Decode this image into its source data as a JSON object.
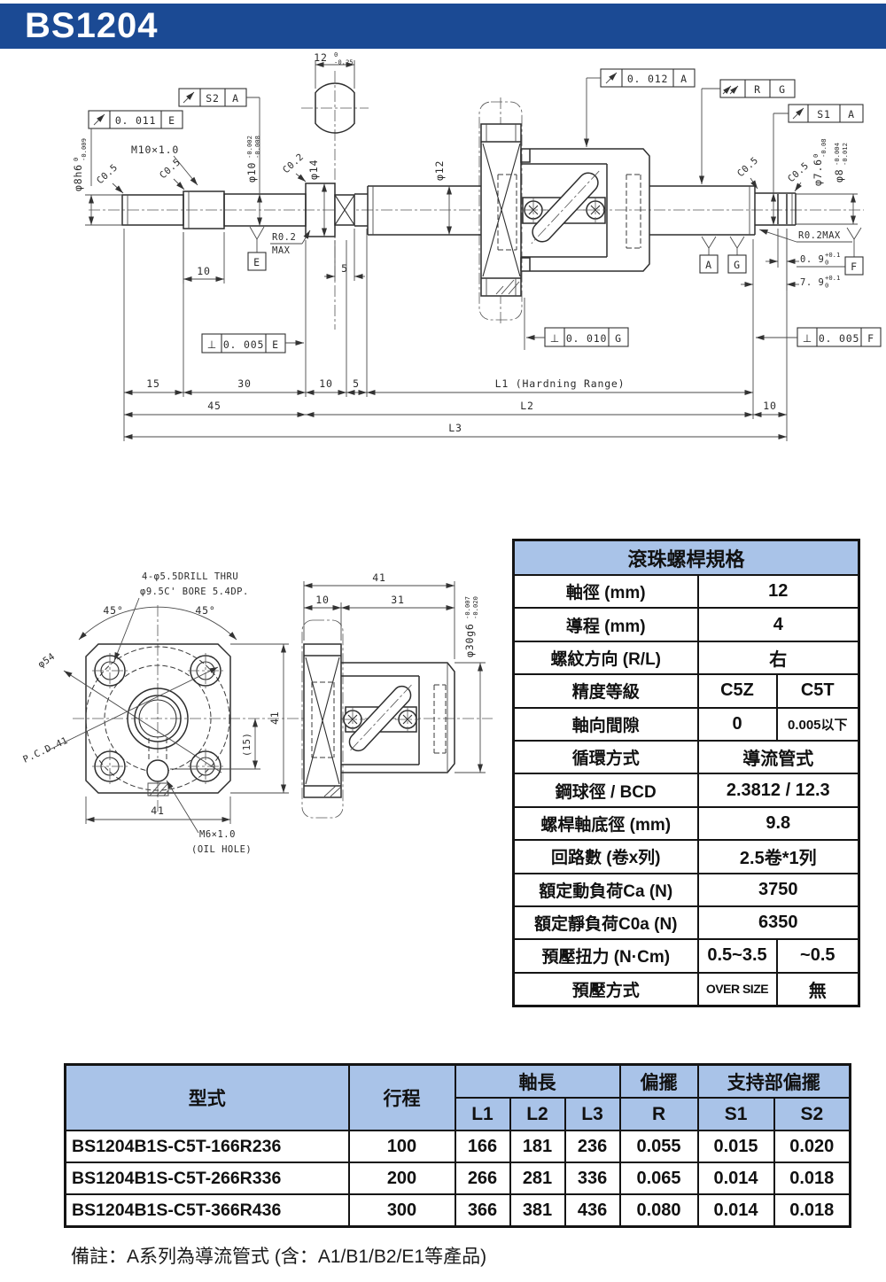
{
  "header": {
    "title": "BS1204",
    "bg_color": "#1b4a94",
    "text_color": "#ffffff"
  },
  "colors": {
    "table_header_bg": "#a9c3e8",
    "line": "#2e2e2e",
    "border": "#141414"
  },
  "icons": {
    "runout": "circular-runout-arrow-icon",
    "total_runout": "total-runout-double-arrow-icon",
    "datum_target": "datum-triangle-icon"
  },
  "drawing": {
    "main": {
      "flat_w": {
        "v": "12",
        "sup": "0",
        "sub": "-0.25"
      },
      "co_runout_left": {
        "val": "0. 011",
        "ref": "E"
      },
      "co_s2": {
        "val": "S2",
        "ref": "A"
      },
      "co_012": {
        "val": "0. 012",
        "ref": "A"
      },
      "co_rg": {
        "val": "R",
        "ref": "G"
      },
      "co_s1": {
        "val": "S1",
        "ref": "A"
      },
      "perp_sym": "⊥",
      "perp_e": {
        "val": "0. 005",
        "ref": "E"
      },
      "perp_g": {
        "val": "0. 010",
        "ref": "G"
      },
      "perp_f": {
        "val": "0. 005",
        "ref": "F"
      },
      "dia8": {
        "v": "φ8h6",
        "sup": "0",
        "sub": "-0.009"
      },
      "thread": "M10×1.0",
      "ch05a": "C0.5",
      "ch05b": "C0.5",
      "ch02": "C0.2",
      "dia10": {
        "v": "φ10",
        "sup": "-0.002",
        "sub": "-0.008"
      },
      "dia14": "φ14",
      "dia12": "φ12",
      "r02_l1": "R0.2",
      "r02_l2": "MAX",
      "datum_e": "E",
      "datum_a": "A",
      "datum_g": "G",
      "datum_f": "F",
      "ch05c": "C0.5",
      "ch05d": "C0.5",
      "dia76": {
        "v": "φ7.6",
        "sup": "0",
        "sub": "-0.08"
      },
      "dia8r": {
        "v": "φ8",
        "sup": "-0.004",
        "sub": "-0.012"
      },
      "r02_r": "R0.2MAX",
      "d09": {
        "v": "0. 9",
        "sup": "+0.1",
        "sub": "0"
      },
      "d79": {
        "v": "7. 9",
        "sup": "+0.1",
        "sub": "0"
      },
      "dim10a": "10",
      "dim5a": "5",
      "dim15": "15",
      "dim30": "30",
      "dim10b": "10",
      "dim5b": "5",
      "dimL1": "L1 (Hardning Range)",
      "dim45": "45",
      "dimL2": "L2",
      "dim10c": "10",
      "dimL3": "L3"
    },
    "front": {
      "drill1": "4-φ5.5DRILL THRU",
      "drill2": "φ9.5C' BORE 5.4DP.",
      "ang_l": "45°",
      "ang_r": "45°",
      "dia54": "φ54",
      "pcd": "P.C.D.41",
      "dim41r": "41",
      "dim15p": "(15)",
      "dim41b": "41",
      "oil1": "M6×1.0",
      "oil2": "(OIL HOLE)"
    },
    "side": {
      "dim41": "41",
      "dim10": "10",
      "dim31": "31",
      "dia30": {
        "v": "φ30g6",
        "sup": "-0.007",
        "sub": "-0.020"
      }
    }
  },
  "spec_table": {
    "title": "滾珠螺桿規格",
    "rows": [
      {
        "label": "軸徑 (mm)",
        "value": "12"
      },
      {
        "label": "導程 (mm)",
        "value": "4"
      },
      {
        "label": "螺紋方向 (R/L)",
        "value": "右"
      },
      {
        "label": "精度等級",
        "value": "C5Z",
        "value2": "C5T"
      },
      {
        "label": "軸向間隙",
        "value": "0",
        "value2": "0.005以下"
      },
      {
        "label": "循環方式",
        "value": "導流管式"
      },
      {
        "label": "鋼球徑 / BCD",
        "value": "2.3812 / 12.3"
      },
      {
        "label": "螺桿軸底徑 (mm)",
        "value": "9.8"
      },
      {
        "label": "回路數 (卷x列)",
        "value": "2.5卷*1列"
      },
      {
        "label": "額定動負荷Ca (N)",
        "value": "3750"
      },
      {
        "label": "額定靜負荷C0a (N)",
        "value": "6350"
      },
      {
        "label": "預壓扭力 (N·Cm)",
        "value": "0.5~3.5",
        "value2": "~0.5"
      },
      {
        "label": "預壓方式",
        "value": "OVER SIZE",
        "value2": "無"
      }
    ]
  },
  "model_table": {
    "col_model": "型式",
    "col_stroke": "行程",
    "col_axis": "軸長",
    "col_runout": "偏擺",
    "col_support": "支持部偏擺",
    "sub": [
      "L1",
      "L2",
      "L3",
      "R",
      "S1",
      "S2"
    ],
    "rows": [
      {
        "model": "BS1204B1S-C5T-166R236",
        "stroke": "100",
        "l1": "166",
        "l2": "181",
        "l3": "236",
        "r": "0.055",
        "s1": "0.015",
        "s2": "0.020"
      },
      {
        "model": "BS1204B1S-C5T-266R336",
        "stroke": "200",
        "l1": "266",
        "l2": "281",
        "l3": "336",
        "r": "0.065",
        "s1": "0.014",
        "s2": "0.018"
      },
      {
        "model": "BS1204B1S-C5T-366R436",
        "stroke": "300",
        "l1": "366",
        "l2": "381",
        "l3": "436",
        "r": "0.080",
        "s1": "0.014",
        "s2": "0.018"
      }
    ]
  },
  "note": "備註：A系列為導流管式 (含：A1/B1/B2/E1等產品)"
}
